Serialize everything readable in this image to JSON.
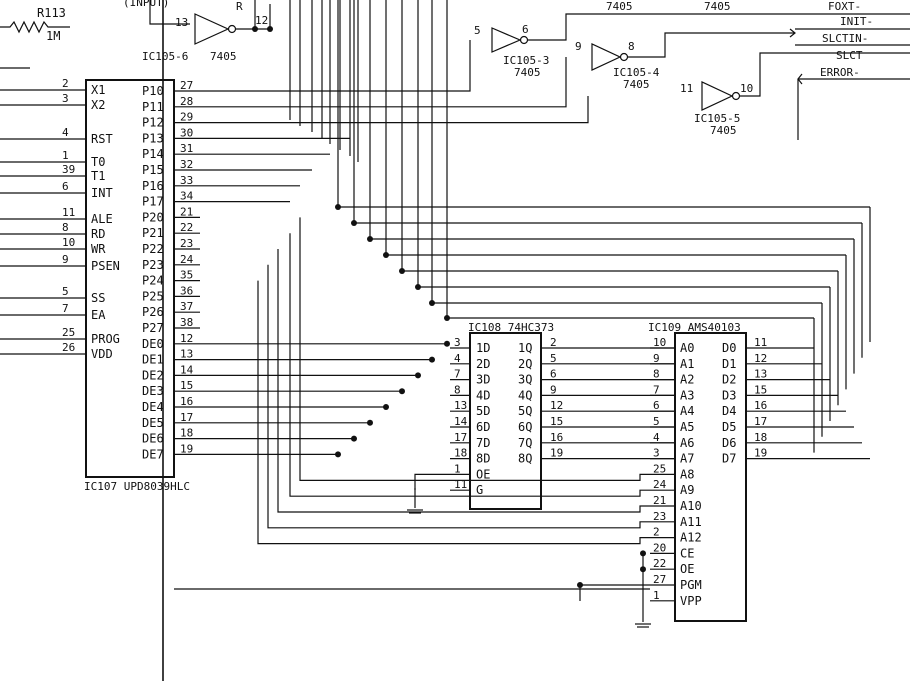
{
  "resistor": {
    "ref": "R113",
    "value": "1M"
  },
  "top_fragments": {
    "ic_label": "(INPUT)",
    "r_frag": "R"
  },
  "mcu": {
    "ref": "IC107 UPD8039HLC",
    "left_pins": [
      {
        "num": "2",
        "name": "X1"
      },
      {
        "num": "3",
        "name": "X2"
      },
      {
        "num": "4",
        "name": "RST"
      },
      {
        "num": "1",
        "name": "T0"
      },
      {
        "num": "39",
        "name": "T1"
      },
      {
        "num": "6",
        "name": "INT"
      },
      {
        "num": "11",
        "name": "ALE"
      },
      {
        "num": "8",
        "name": "RD"
      },
      {
        "num": "10",
        "name": "WR"
      },
      {
        "num": "9",
        "name": "PSEN"
      },
      {
        "num": "5",
        "name": "SS"
      },
      {
        "num": "7",
        "name": "EA"
      },
      {
        "num": "25",
        "name": "PROG"
      },
      {
        "num": "26",
        "name": "VDD"
      }
    ],
    "right_pins": [
      {
        "num": "27",
        "name": "P10"
      },
      {
        "num": "28",
        "name": "P11"
      },
      {
        "num": "29",
        "name": "P12"
      },
      {
        "num": "30",
        "name": "P13"
      },
      {
        "num": "31",
        "name": "P14"
      },
      {
        "num": "32",
        "name": "P15"
      },
      {
        "num": "33",
        "name": "P16"
      },
      {
        "num": "34",
        "name": "P17"
      },
      {
        "num": "21",
        "name": "P20"
      },
      {
        "num": "22",
        "name": "P21"
      },
      {
        "num": "23",
        "name": "P22"
      },
      {
        "num": "24",
        "name": "P23"
      },
      {
        "num": "35",
        "name": "P24"
      },
      {
        "num": "36",
        "name": "P25"
      },
      {
        "num": "37",
        "name": "P26"
      },
      {
        "num": "38",
        "name": "P27"
      },
      {
        "num": "12",
        "name": "DE0"
      },
      {
        "num": "13",
        "name": "DE1"
      },
      {
        "num": "14",
        "name": "DE2"
      },
      {
        "num": "15",
        "name": "DE3"
      },
      {
        "num": "16",
        "name": "DE4"
      },
      {
        "num": "17",
        "name": "DE5"
      },
      {
        "num": "18",
        "name": "DE6"
      },
      {
        "num": "19",
        "name": "DE7"
      }
    ]
  },
  "latch": {
    "ref": "IC108 74HC373",
    "inputs": [
      {
        "num": "3",
        "name": "1D"
      },
      {
        "num": "4",
        "name": "2D"
      },
      {
        "num": "7",
        "name": "3D"
      },
      {
        "num": "8",
        "name": "4D"
      },
      {
        "num": "13",
        "name": "5D"
      },
      {
        "num": "14",
        "name": "6D"
      },
      {
        "num": "17",
        "name": "7D"
      },
      {
        "num": "18",
        "name": "8D"
      },
      {
        "num": "1",
        "name": "OE"
      },
      {
        "num": "11",
        "name": "G"
      }
    ],
    "outputs": [
      {
        "num": "2",
        "name": "1Q"
      },
      {
        "num": "5",
        "name": "2Q"
      },
      {
        "num": "6",
        "name": "3Q"
      },
      {
        "num": "9",
        "name": "4Q"
      },
      {
        "num": "12",
        "name": "5Q"
      },
      {
        "num": "15",
        "name": "6Q"
      },
      {
        "num": "16",
        "name": "7Q"
      },
      {
        "num": "19",
        "name": "8Q"
      }
    ]
  },
  "rom": {
    "ref": "IC109 AMS40103",
    "inputs": [
      {
        "num": "10",
        "name": "A0"
      },
      {
        "num": "9",
        "name": "A1"
      },
      {
        "num": "8",
        "name": "A2"
      },
      {
        "num": "7",
        "name": "A3"
      },
      {
        "num": "6",
        "name": "A4"
      },
      {
        "num": "5",
        "name": "A5"
      },
      {
        "num": "4",
        "name": "A6"
      },
      {
        "num": "3",
        "name": "A7"
      },
      {
        "num": "25",
        "name": "A8"
      },
      {
        "num": "24",
        "name": "A9"
      },
      {
        "num": "21",
        "name": "A10"
      },
      {
        "num": "23",
        "name": "A11"
      },
      {
        "num": "2",
        "name": "A12"
      },
      {
        "num": "20",
        "name": "CE"
      },
      {
        "num": "22",
        "name": "OE"
      },
      {
        "num": "27",
        "name": "PGM"
      },
      {
        "num": "1",
        "name": "VPP"
      }
    ],
    "outputs": [
      {
        "num": "11",
        "name": "D0"
      },
      {
        "num": "12",
        "name": "D1"
      },
      {
        "num": "13",
        "name": "D2"
      },
      {
        "num": "15",
        "name": "D3"
      },
      {
        "num": "16",
        "name": "D4"
      },
      {
        "num": "17",
        "name": "D5"
      },
      {
        "num": "18",
        "name": "D6"
      },
      {
        "num": "19",
        "name": "D7"
      }
    ]
  },
  "inverters": [
    {
      "ref": "IC105-6",
      "type": "7405",
      "in_pin": "13",
      "out_pin": "12"
    },
    {
      "ref": "IC105-3",
      "type": "7405",
      "in_pin": "5",
      "out_pin": "6"
    },
    {
      "ref": "IC105-4",
      "type": "7405",
      "in_pin": "9",
      "out_pin": "8"
    },
    {
      "ref": "IC105-5",
      "type": "7405",
      "in_pin": "11",
      "out_pin": "10"
    }
  ],
  "top_labels": {
    "a": "7405",
    "b": "7405"
  },
  "signals": {
    "foxt": "FOXT-",
    "init": "INIT-",
    "slctin": "SLCTIN-",
    "slct": "SLCT",
    "error": "ERROR-"
  }
}
